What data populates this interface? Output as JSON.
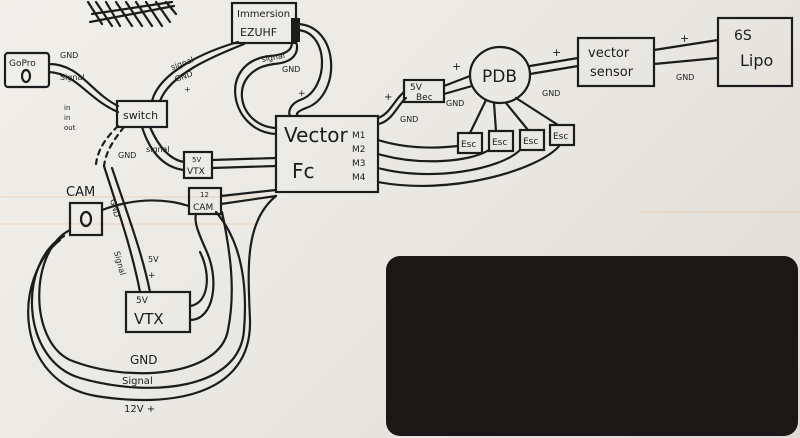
{
  "components": {
    "gopro": "GoPro",
    "immersion": "Immersion",
    "ezuhf": "EZUHF",
    "switch": "switch",
    "vtx_small": "VTX",
    "vtx_small_volt": "5V",
    "cam_small": "CAM",
    "cam_small_volt": "12",
    "cam_big": "CAM",
    "vtx_big": "VTX",
    "vtx_big_volt": "5V",
    "fc_line1": "Vector",
    "fc_line2": "Fc",
    "bec": "5V\nBec",
    "pdb": "PDB",
    "vector_sensor_line1": "vector",
    "vector_sensor_line2": "sensor",
    "lipo_line1": "6S",
    "lipo_line2": "Lipo",
    "esc_labels": [
      "Esc",
      "Esc",
      "Esc",
      "Esc"
    ],
    "motor_labels": [
      "M1",
      "M2",
      "M3",
      "M4"
    ]
  },
  "wire_labels": {
    "gnd": "GND",
    "signal": "Signal",
    "signal_lower": "signal",
    "plus": "+",
    "in": "in",
    "out": "out",
    "gnd_bottom": "GND",
    "signal_bottom": "Signal",
    "v12_bottom": "12V +",
    "fivev": "5V",
    "signal_gnd_plus": [
      "signal",
      "GND",
      "+"
    ]
  },
  "colors": {
    "ink": "#1c1c1c",
    "paper": "#ebe9e4",
    "redacted": "#1a1717"
  }
}
